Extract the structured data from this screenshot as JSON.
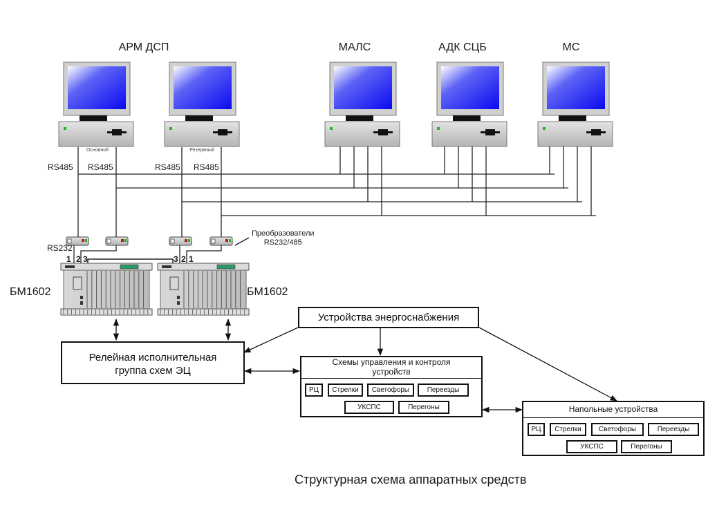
{
  "diagram": {
    "caption": "Структурная схема аппаратных средств",
    "workstations": [
      {
        "id": "arm-dsp",
        "title": "АРМ ДСП",
        "units": [
          {
            "sublabel": "Основной",
            "ports": [
              "RS485",
              "RS485"
            ]
          },
          {
            "sublabel": "Резервный",
            "ports": [
              "RS485",
              "RS485"
            ]
          }
        ]
      },
      {
        "id": "mals",
        "title": "МАЛС"
      },
      {
        "id": "adk-scb",
        "title": "АДК СЦБ"
      },
      {
        "id": "ms",
        "title": "МС"
      }
    ],
    "rs232_label": "RS232",
    "converters_label_line1": "Преобразователи",
    "converters_label_line2": "RS232/485",
    "ports_left": [
      "1",
      "2",
      "3"
    ],
    "ports_right": [
      "3",
      "2",
      "1"
    ],
    "racks": [
      {
        "name": "БМ1602"
      },
      {
        "name": "БМ1602"
      }
    ],
    "relay_group": {
      "line1": "Релейная исполнительная",
      "line2": "группа схем ЭЦ"
    },
    "power_supply": "Устройства энергоснабжения",
    "control_schemes": {
      "title_line1": "Схемы  управления и контроля",
      "title_line2": "устройств",
      "items_row1": [
        "РЦ",
        "Стрелки",
        "Светофоры",
        "Переезды"
      ],
      "items_row2": [
        "УКСПС",
        "Перегоны"
      ]
    },
    "field_devices": {
      "title": "Напольные устройства",
      "items_row1": [
        "РЦ",
        "Стрелки",
        "Светофоры",
        "Переезды"
      ],
      "items_row2": [
        "УКСПС",
        "Перегоны"
      ]
    },
    "colors": {
      "screen": "#1010f0",
      "screen_highlight": "#ffffff",
      "case": "#c8c8c8",
      "led": "#1fb81f",
      "rack_display": "#2e9a6a",
      "line": "#111111"
    }
  }
}
